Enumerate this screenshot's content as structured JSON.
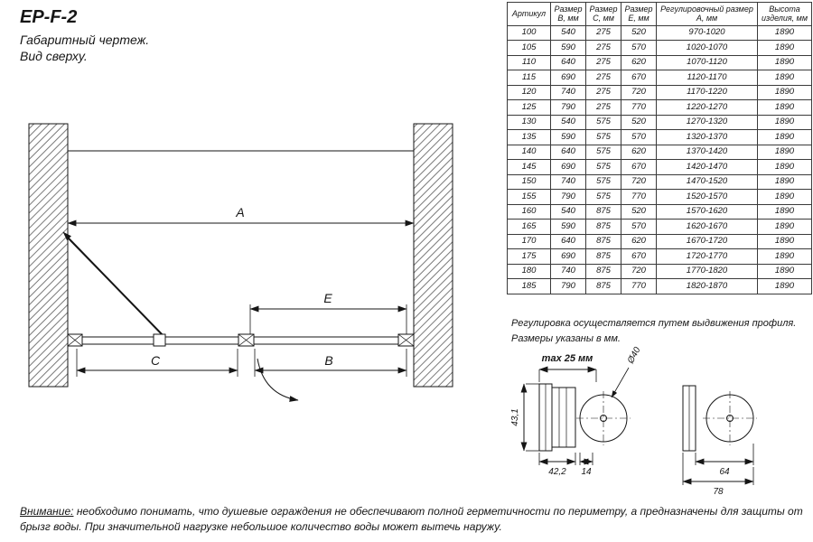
{
  "title": "EP-F-2",
  "subtitle_line1": "Габаритный чертеж.",
  "subtitle_line2": "Вид сверху.",
  "drawing": {
    "dim_a": "A",
    "dim_e": "E",
    "dim_c": "C",
    "dim_b": "B"
  },
  "table": {
    "headers": [
      "Артикул",
      "Размер B, мм",
      "Размер C, мм",
      "Размер E, мм",
      "Регулировочный размер A, мм",
      "Высота изделия, мм"
    ],
    "rows": [
      [
        "100",
        "540",
        "275",
        "520",
        "970-1020",
        "1890"
      ],
      [
        "105",
        "590",
        "275",
        "570",
        "1020-1070",
        "1890"
      ],
      [
        "110",
        "640",
        "275",
        "620",
        "1070-1120",
        "1890"
      ],
      [
        "115",
        "690",
        "275",
        "670",
        "1120-1170",
        "1890"
      ],
      [
        "120",
        "740",
        "275",
        "720",
        "1170-1220",
        "1890"
      ],
      [
        "125",
        "790",
        "275",
        "770",
        "1220-1270",
        "1890"
      ],
      [
        "130",
        "540",
        "575",
        "520",
        "1270-1320",
        "1890"
      ],
      [
        "135",
        "590",
        "575",
        "570",
        "1320-1370",
        "1890"
      ],
      [
        "140",
        "640",
        "575",
        "620",
        "1370-1420",
        "1890"
      ],
      [
        "145",
        "690",
        "575",
        "670",
        "1420-1470",
        "1890"
      ],
      [
        "150",
        "740",
        "575",
        "720",
        "1470-1520",
        "1890"
      ],
      [
        "155",
        "790",
        "575",
        "770",
        "1520-1570",
        "1890"
      ],
      [
        "160",
        "540",
        "875",
        "520",
        "1570-1620",
        "1890"
      ],
      [
        "165",
        "590",
        "875",
        "570",
        "1620-1670",
        "1890"
      ],
      [
        "170",
        "640",
        "875",
        "620",
        "1670-1720",
        "1890"
      ],
      [
        "175",
        "690",
        "875",
        "670",
        "1720-1770",
        "1890"
      ],
      [
        "180",
        "740",
        "875",
        "720",
        "1770-1820",
        "1890"
      ],
      [
        "185",
        "790",
        "875",
        "770",
        "1820-1870",
        "1890"
      ]
    ]
  },
  "notes": {
    "line1": "Регулировка осуществляется путем выдвижения профиля.",
    "line2": "Размеры указаны в мм."
  },
  "detail": {
    "max_label": "max 25 мм",
    "diameter_label": "Ø40",
    "height_dim": "43,1",
    "width_dim": "42,2",
    "offset_dim": "14",
    "right_width_dim": "64",
    "right_total_dim": "78"
  },
  "warning": {
    "label": "Внимание:",
    "text": "необходимо понимать, что душевые ограждения не обеспечивают полной герметичности по периметру, а предназначены для защиты от брызг воды. При значительной нагрузке небольшое количество воды может вытечь наружу."
  }
}
